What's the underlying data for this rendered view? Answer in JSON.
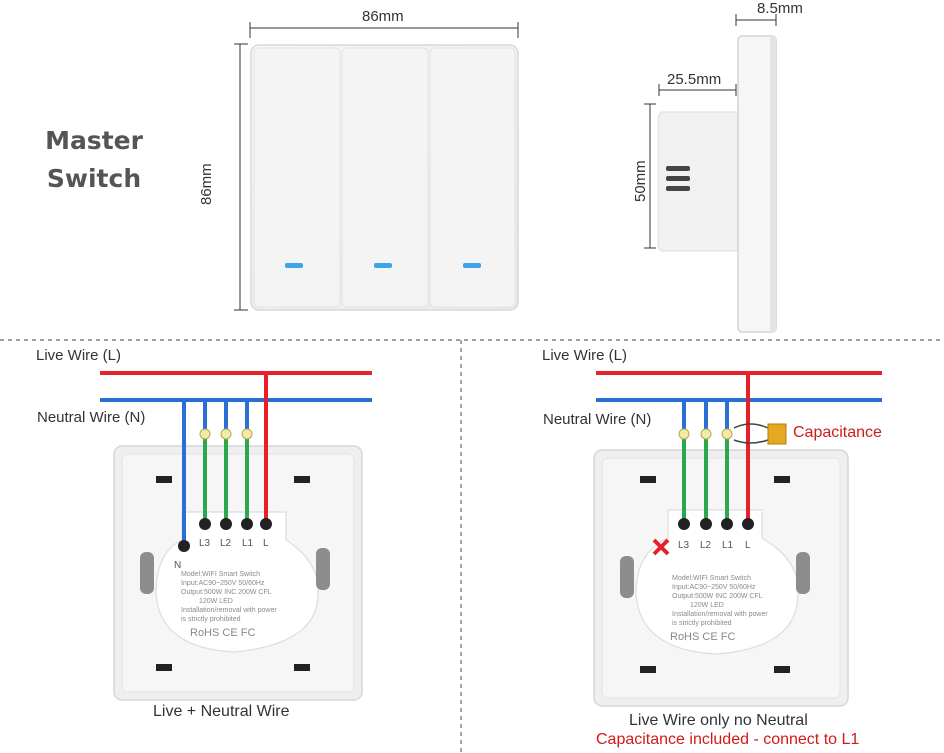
{
  "title": {
    "line1": "Master",
    "line2": "Switch"
  },
  "dimensions": {
    "width": "86mm",
    "height": "86mm",
    "depth_total": "8.5mm",
    "depth_box": "25.5mm",
    "box_height": "50mm"
  },
  "left_diagram": {
    "live_label": "Live Wire (L)",
    "neutral_label": "Neutral Wire (N)",
    "caption": "Live + Neutral Wire"
  },
  "right_diagram": {
    "live_label": "Live Wire (L)",
    "neutral_label": "Neutral Wire (N)",
    "capacitance_label": "Capacitance",
    "caption_line1": "Live Wire only no Neutral",
    "caption_line2": "Capacitance included - connect to L1"
  },
  "terminals": [
    "L3",
    "L2",
    "L1",
    "L"
  ],
  "neutral_terminal": "N",
  "plate_label": {
    "line1": "Model:WIFI Smart Switch",
    "line2": "Input:AC90~250V 50/60Hz",
    "line3": "Output:500W INC 200W CFL",
    "line4": "120W LED",
    "line5": "Installation/removal with power",
    "line6": "is strictly prohibited",
    "certs": "RoHS CE FC"
  },
  "colors": {
    "live": "#e8202a",
    "neutral": "#2a6fd6",
    "switched": "#2aa84a",
    "capacitor": "#e6a820",
    "cross": "#e8202a"
  }
}
